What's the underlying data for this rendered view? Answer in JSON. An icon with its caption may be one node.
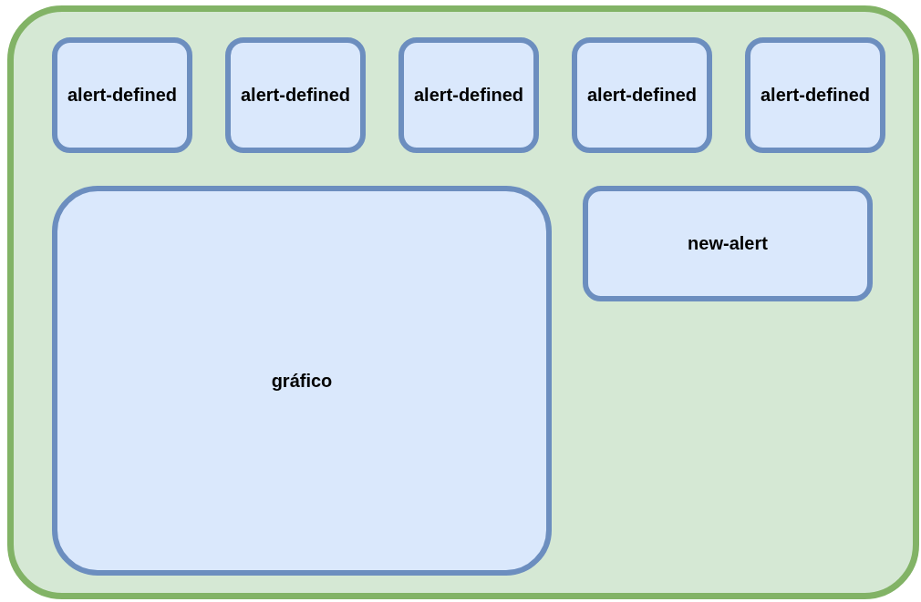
{
  "diagram": {
    "nodes": [
      {
        "text": [],
        "shape": "box"
      },
      {
        "text": [
          "alert-defined"
        ],
        "in": 0
      },
      {
        "text": [
          "alert-defined"
        ],
        "in": 0
      },
      {
        "text": [
          "alert-defined"
        ],
        "in": 0
      },
      {
        "text": [
          "alert-defined"
        ],
        "in": 0
      },
      {
        "text": [
          "alert-defined"
        ],
        "in": 0
      },
      {
        "text": [
          "gráfico"
        ],
        "in": 0
      },
      {
        "text": [
          "new-alert"
        ],
        "in": 0
      }
    ]
  }
}
